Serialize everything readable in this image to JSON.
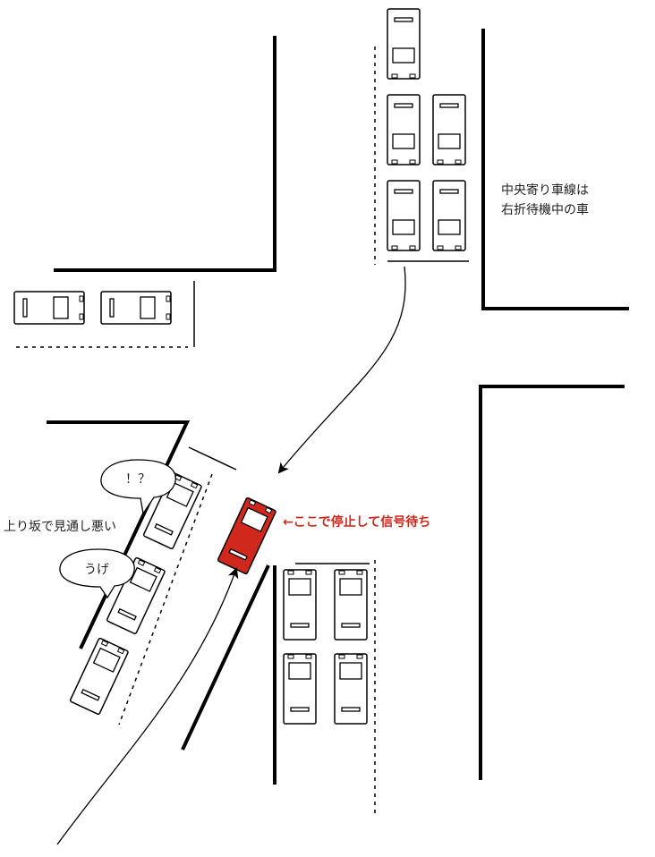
{
  "labels": {
    "oncoming_line1": "中央寄り車線は",
    "oncoming_line2": "右折待機中の車",
    "slope_note": "上り坂で見通し悪い",
    "stop_note": "←ここで停止して信号待ち"
  },
  "bubbles": {
    "upper": "！？",
    "lower": "うげ"
  },
  "colors": {
    "highlight_car": "#d0281c",
    "note_text": "#d0281c",
    "road_line": "#000000"
  }
}
